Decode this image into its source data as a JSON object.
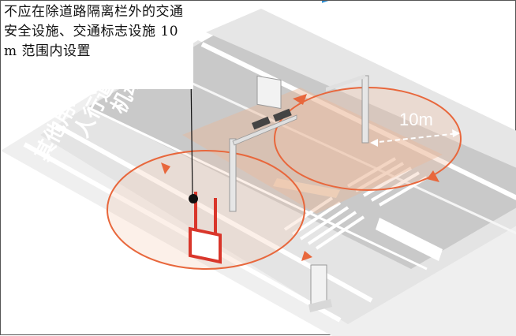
{
  "caption": "不应在除道路隔离栏外的交通安全设施、交通标志设施 10 m 范围内设置",
  "road_labels": {
    "motor_lane": "机动车道",
    "sidewalk": "人行道",
    "other_land": "其他用地"
  },
  "distance_label": "10m",
  "colors": {
    "range_circle": "#e8673c",
    "range_fill": "#f2c4a8",
    "sign_red": "#d9362b",
    "road_gray": "#c7c7c7",
    "sidewalk_gray": "#dcdcdc"
  }
}
